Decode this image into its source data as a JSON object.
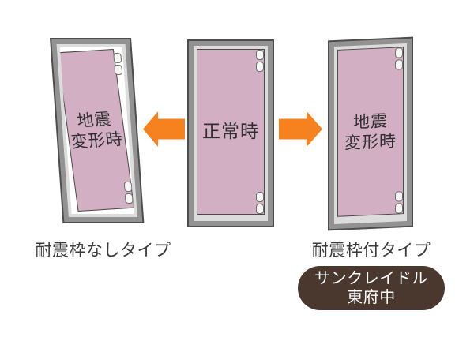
{
  "colors": {
    "frame_dark": "#4d4d4b",
    "frame_mid": "#929292",
    "frame_light": "#dcdcdc",
    "door_pink": "#d3afc4",
    "door_border": "#4a4a48",
    "arrow_orange": "#f5821f",
    "badge_bg": "#4a382f",
    "caption_text": "#3a3a3a",
    "label_text": "#2f2f2f"
  },
  "doors": {
    "left": {
      "label_line1": "地震",
      "label_line2": "変形時",
      "caption": "耐震枠なしタイプ"
    },
    "center": {
      "label": "正常時"
    },
    "right": {
      "label_line1": "地震",
      "label_line2": "変形時",
      "caption": "耐震枠付タイプ"
    }
  },
  "badge": {
    "line1": "サンクレイドル",
    "line2": "東府中"
  }
}
